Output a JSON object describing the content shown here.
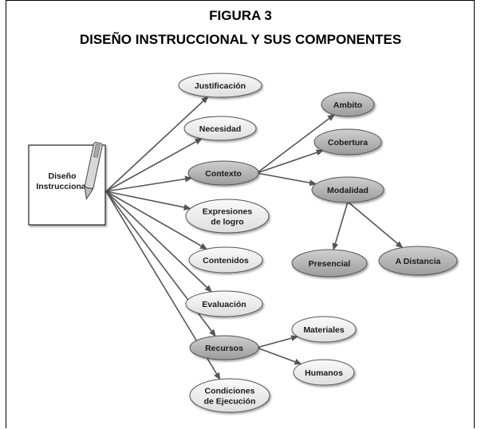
{
  "figure_label": "FIGURA 3",
  "title": "DISEÑO INSTRUCCIONAL Y SUS COMPONENTES",
  "colors": {
    "light_node": "#ebebeb",
    "dark_node": "#b5b5b5",
    "arrow": "#555555",
    "border": "#000000"
  },
  "root": {
    "lines": [
      "Diseño",
      "Instruccional"
    ],
    "icon": "pen-icon"
  },
  "nodes": {
    "justificacion": {
      "lines": [
        "Justificación"
      ]
    },
    "necesidad": {
      "lines": [
        "Necesidad"
      ]
    },
    "contexto": {
      "lines": [
        "Contexto"
      ]
    },
    "expresiones": {
      "lines": [
        "Expresiones",
        "de logro"
      ]
    },
    "contenidos": {
      "lines": [
        "Contenidos"
      ]
    },
    "evaluacion": {
      "lines": [
        "Evaluación"
      ]
    },
    "recursos": {
      "lines": [
        "Recursos"
      ]
    },
    "condiciones": {
      "lines": [
        "Condiciones",
        "de Ejecución"
      ]
    },
    "ambito": {
      "lines": [
        "Ambito"
      ]
    },
    "cobertura": {
      "lines": [
        "Cobertura"
      ]
    },
    "modalidad": {
      "lines": [
        "Modalidad"
      ]
    },
    "presencial": {
      "lines": [
        "Presencial"
      ]
    },
    "a_distancia": {
      "lines": [
        "A Distancia"
      ]
    },
    "materiales": {
      "lines": [
        "Materiales"
      ]
    },
    "humanos": {
      "lines": [
        "Humanos"
      ]
    }
  },
  "edges": [
    [
      "root",
      "justificacion"
    ],
    [
      "root",
      "necesidad"
    ],
    [
      "root",
      "contexto"
    ],
    [
      "root",
      "expresiones"
    ],
    [
      "root",
      "contenidos"
    ],
    [
      "root",
      "evaluacion"
    ],
    [
      "root",
      "recursos"
    ],
    [
      "root",
      "condiciones"
    ],
    [
      "contexto",
      "ambito"
    ],
    [
      "contexto",
      "cobertura"
    ],
    [
      "contexto",
      "modalidad"
    ],
    [
      "modalidad",
      "presencial"
    ],
    [
      "modalidad",
      "a_distancia"
    ],
    [
      "recursos",
      "materiales"
    ],
    [
      "recursos",
      "humanos"
    ]
  ]
}
